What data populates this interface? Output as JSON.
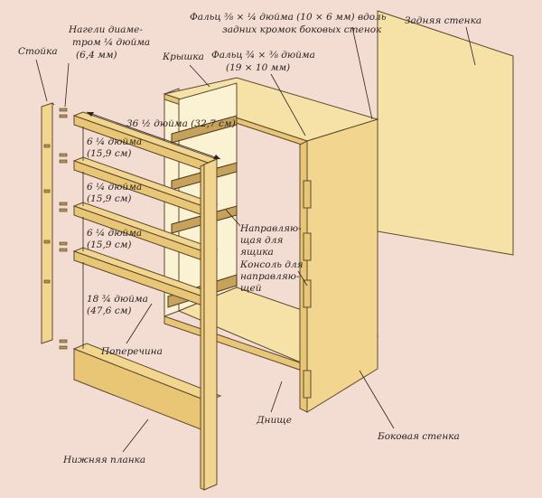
{
  "labels": {
    "stile": "Стойка",
    "dowels_l1": "Нагели диаме-",
    "dowels_l2": "тром ¼ дюйма",
    "dowels_l3": "(6,4 мм)",
    "top": "Крышка",
    "rabbet_top_l1": "Фальц ⅜ × ¼ дюйма (10 × 6 мм) вдоль",
    "rabbet_top_l2": "задних кромок боковых стенок",
    "rabbet_mid_l1": "Фальц ¾ × ⅜ дюйма",
    "rabbet_mid_l2": "(19 × 10 мм)",
    "back": "Задняя стенка",
    "width_dim": "36 ½ дюйма (32,7 см)",
    "gap1_l1": "6 ¼ дюйма",
    "gap1_l2": "(15,9 см)",
    "gap2_l1": "6 ¼ дюйма",
    "gap2_l2": "(15,9 см)",
    "gap3_l1": "6 ¼ дюйма",
    "gap3_l2": "(15,9 см)",
    "gap4_l1": "18 ¾ дюйма",
    "gap4_l2": "(47,6 см)",
    "runner_l1": "Направляю-",
    "runner_l2": "щая для",
    "runner_l3": "ящика",
    "bracket_l1": "Консоль для",
    "bracket_l2": "направляю-",
    "bracket_l3": "щей",
    "rail": "Поперечина",
    "bottom": "Днище",
    "side": "Боковая стенка",
    "bottom_rail": "Нижняя планка"
  }
}
